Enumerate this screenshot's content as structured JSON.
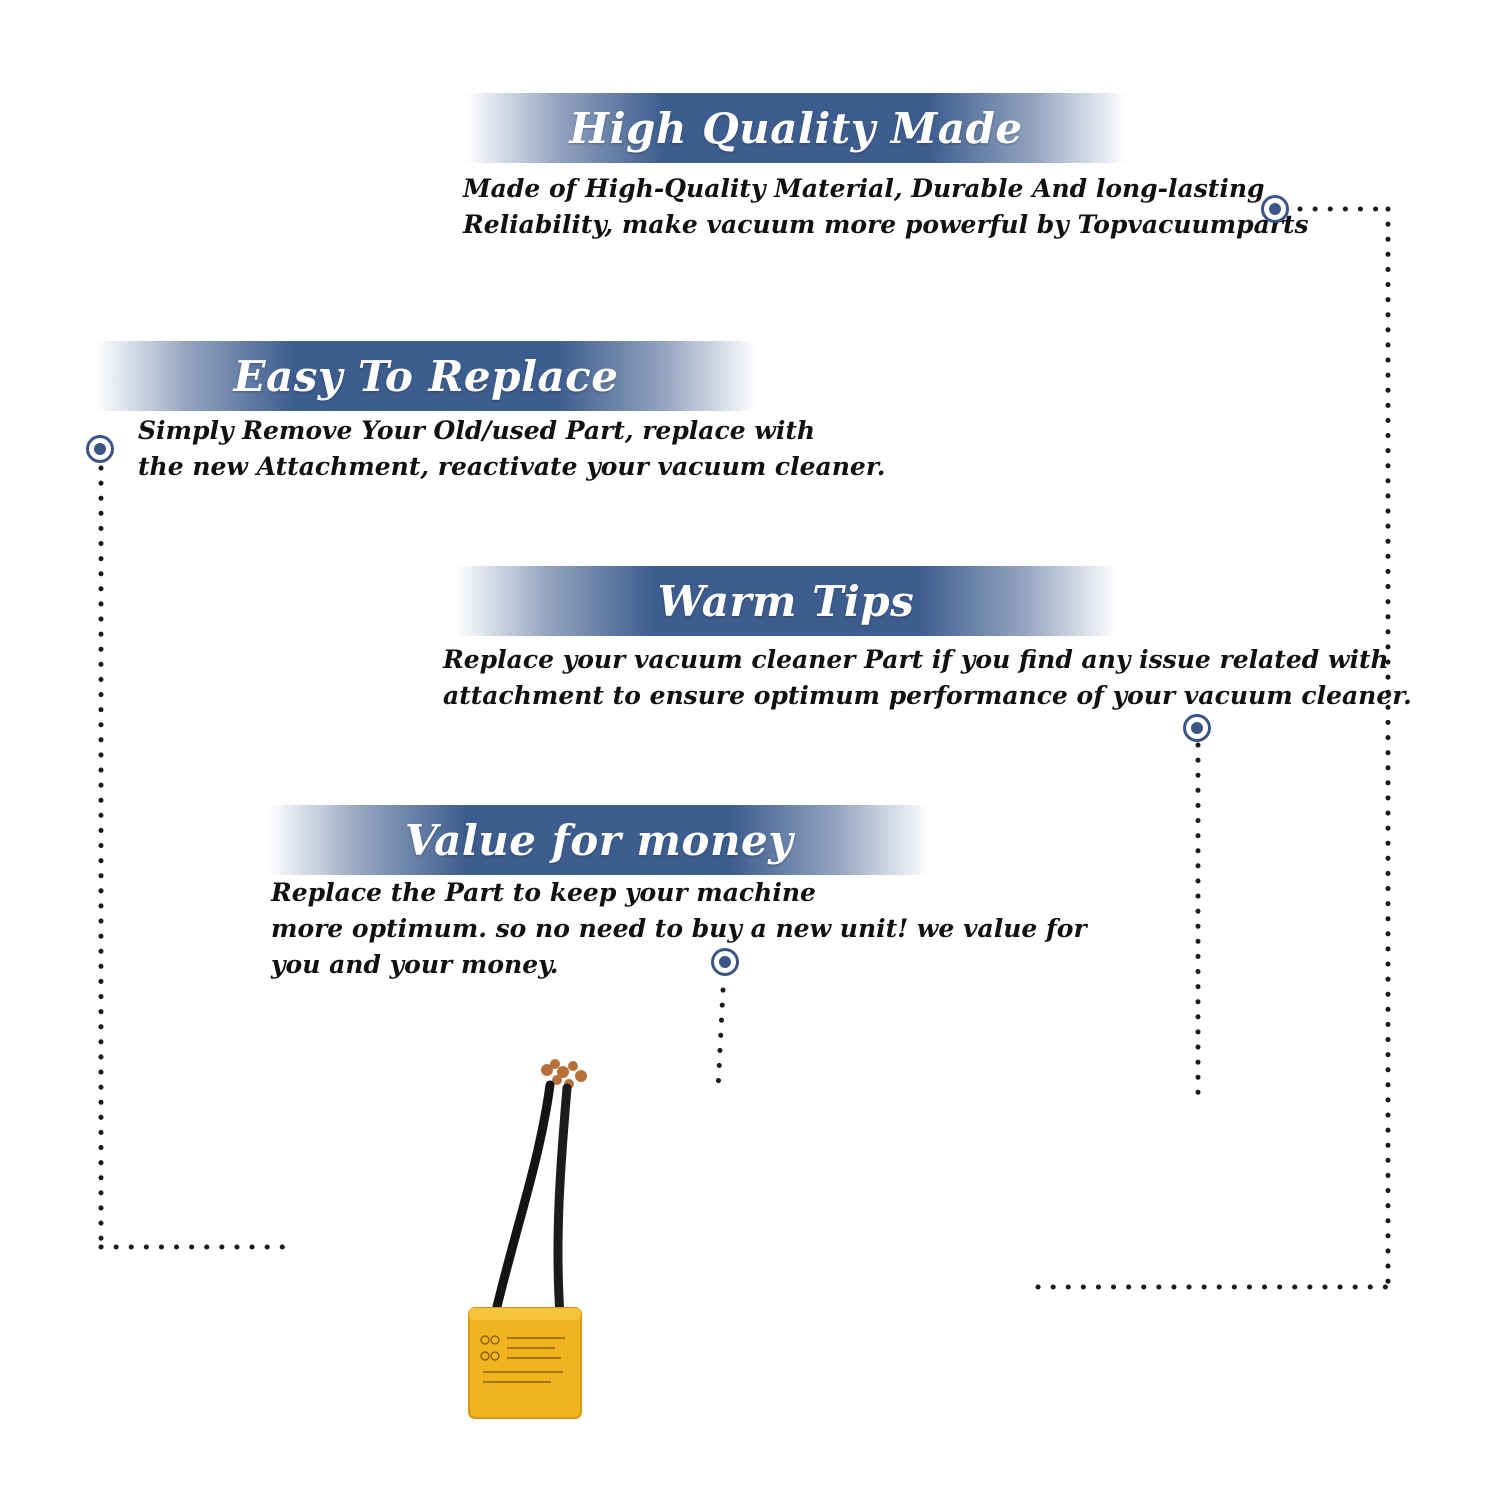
{
  "sections": {
    "quality": {
      "title": "High Quality Made",
      "lines": [
        "Made of  High-Quality Material, Durable And long-lasting",
        "Reliability, make vacuum more powerful by Topvacuumparts"
      ]
    },
    "replace": {
      "title": "Easy To Replace",
      "lines": [
        "Simply Remove Your Old/used Part, replace with",
        "the new Attachment, reactivate your vacuum cleaner."
      ]
    },
    "tips": {
      "title": "Warm Tips",
      "lines": [
        "Replace your vacuum cleaner Part if you find any issue related with",
        " attachment to ensure optimum performance of your vacuum cleaner."
      ]
    },
    "value": {
      "title": "Value for money",
      "lines": [
        "Replace the Part to keep your machine",
        "more optimum. so no need to buy a new unit! we value for",
        "you and your money."
      ]
    }
  },
  "colors": {
    "banner": "#3d5d8f",
    "accent_dot": "#3a5586",
    "capacitor": "#f2b320"
  },
  "icons": [
    "circle-dot-icon"
  ]
}
